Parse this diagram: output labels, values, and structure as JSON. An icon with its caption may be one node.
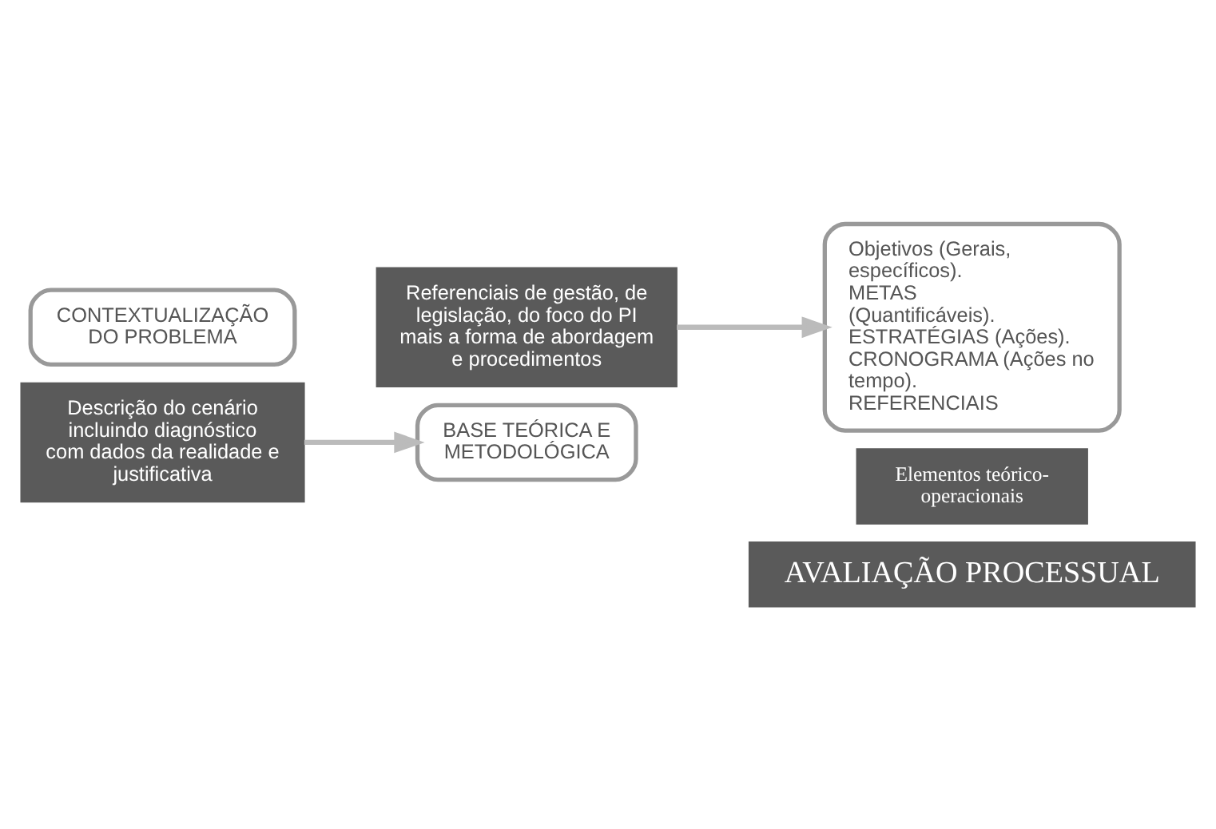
{
  "diagram": {
    "nodes": [
      {
        "text": [
          "CONTEXTUALIZAÇÃO DO PROBLEMA"
        ]
      },
      {
        "text": [
          "Descrição do cenário incluindo diagnóstico com dados da realidade e justificativa"
        ]
      },
      {
        "text": [
          "Referenciais de gestão, de legislação, do foco do PI mais a forma de abordagem e procedimentos"
        ]
      },
      {
        "text": [
          "BASE TEÓRICA E METODOLÓGICA"
        ]
      },
      {
        "text": [
          "Objetivos (Gerais, específicos).",
          "METAS (Quantificáveis).",
          "ESTRATÉGIAS (Ações).",
          "CRONOGRAMA (Ações no tempo).",
          "REFERENCIAIS"
        ]
      },
      {
        "text": [
          "Elementos teórico-operacionais"
        ]
      },
      {
        "text": [
          "AVALIAÇÃO PROCESSUAL"
        ]
      }
    ],
    "edges": [
      {
        "from": 1,
        "to": 3,
        "arrow": "to"
      },
      {
        "from": 2,
        "to": 4,
        "arrow": "to"
      }
    ]
  }
}
